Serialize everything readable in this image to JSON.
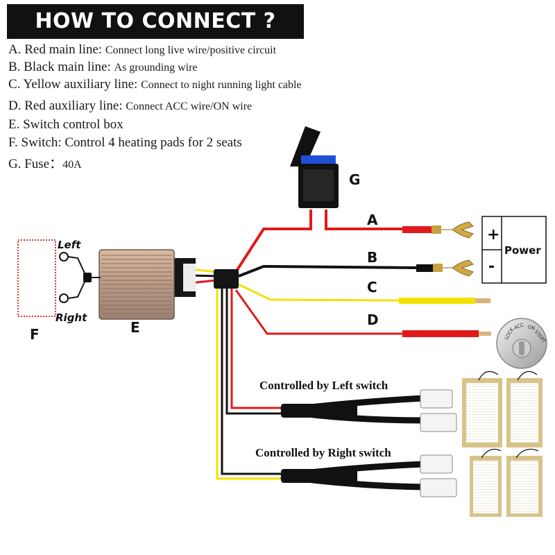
{
  "title": "HOW TO CONNECT ?",
  "legend": [
    {
      "key": "A. Red main line: ",
      "value": "Connect long live wire/positive circuit"
    },
    {
      "key": "B. Black main line: ",
      "value": "As grounding wire"
    },
    {
      "key": "C. Yellow auxiliary line: ",
      "value": "Connect to night running light cable"
    },
    {
      "key": "D. Red auxiliary line: ",
      "value": "Connect ACC wire/ON wire"
    },
    {
      "key": "E. Switch control box",
      "value": ""
    },
    {
      "key": "F. Switch: ",
      "value": "Control 4 heating pads for 2 seats"
    },
    {
      "key": "G. Fuse：",
      "value": "40A"
    }
  ],
  "labels": {
    "fuse": "G",
    "wire_a": "A",
    "wire_b": "B",
    "wire_c": "C",
    "wire_d": "D",
    "box": "E",
    "switch": "F",
    "left": "Left",
    "right": "Right",
    "plus": "+",
    "minus": "-",
    "power": "Power",
    "ign_lock": "LOCK",
    "ign_acc": "ACC",
    "ign_on": "ON",
    "ign_start": "START",
    "left_group": "Controlled by Left switch",
    "right_group": "Controlled by Right switch"
  },
  "colors": {
    "red_wire": "#e01a1a",
    "black_wire": "#111111",
    "yellow_wire": "#f2e200",
    "fuse_blue": "#1f4fd6",
    "pad_fill": "#d7c38a",
    "switch_outline": "#e03030"
  }
}
